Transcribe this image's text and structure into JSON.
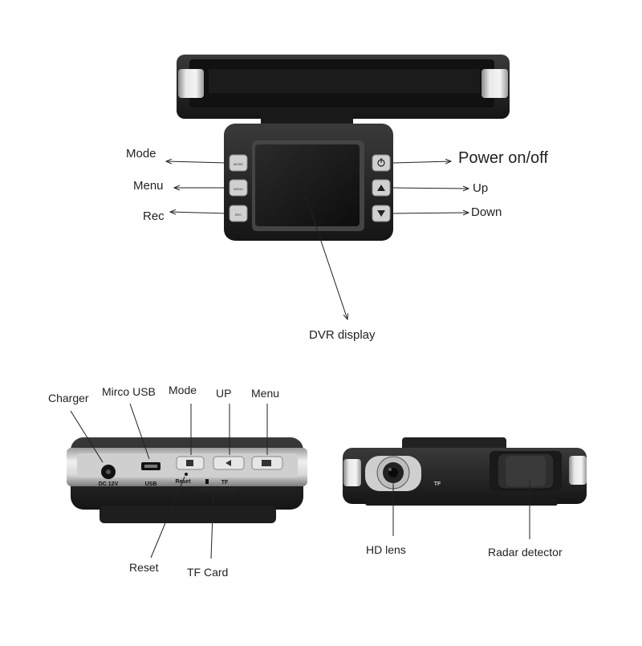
{
  "top_view": {
    "labels": {
      "mode": "Mode",
      "menu": "Menu",
      "rec": "Rec",
      "power": "Power on/off",
      "up": "Up",
      "down": "Down",
      "dvr_display": "DVR display"
    },
    "button_texts": {
      "mode": "MODE",
      "menu": "MENU",
      "rec": "REC"
    }
  },
  "side_view": {
    "labels": {
      "charger": "Charger",
      "micro_usb": "Mirco USB",
      "mode": "Mode",
      "up": "UP",
      "menu": "Menu",
      "reset": "Reset",
      "tf_card": "TF Card"
    },
    "printed": {
      "dc": "DC 12V",
      "usb": "USB",
      "reset": "Reset",
      "tf": "TF"
    }
  },
  "front_view": {
    "labels": {
      "hd_lens": "HD lens",
      "radar": "Radar detector"
    },
    "printed": {
      "tf": "TF"
    }
  }
}
